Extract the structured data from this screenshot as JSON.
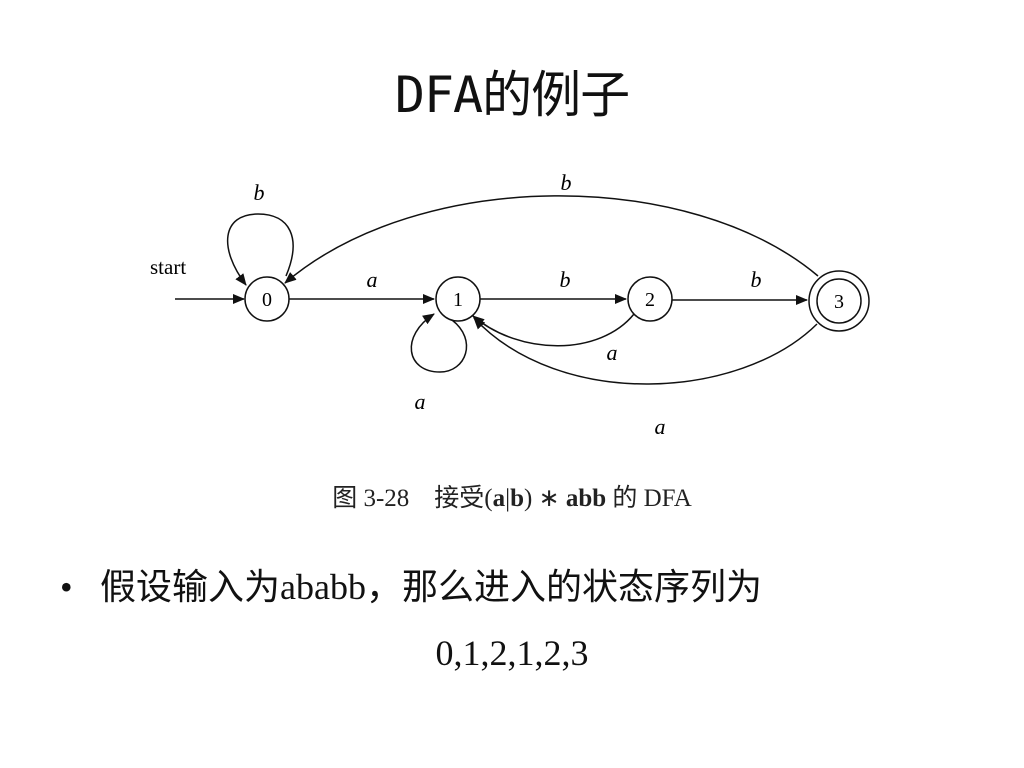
{
  "slide": {
    "title": "DFA的例子"
  },
  "diagram": {
    "start_label": "start",
    "states": [
      {
        "id": "0",
        "accepting": false
      },
      {
        "id": "1",
        "accepting": false
      },
      {
        "id": "2",
        "accepting": false
      },
      {
        "id": "3",
        "accepting": true
      }
    ],
    "transitions": [
      {
        "from": "0",
        "to": "0",
        "label": "b"
      },
      {
        "from": "0",
        "to": "1",
        "label": "a"
      },
      {
        "from": "1",
        "to": "1",
        "label": "a"
      },
      {
        "from": "1",
        "to": "2",
        "label": "b"
      },
      {
        "from": "2",
        "to": "1",
        "label": "a"
      },
      {
        "from": "2",
        "to": "3",
        "label": "b"
      },
      {
        "from": "3",
        "to": "1",
        "label": "a"
      },
      {
        "from": "3",
        "to": "0",
        "label": "b"
      }
    ]
  },
  "caption": {
    "figure": "图 3-28",
    "accept": "接受(",
    "regex_a": "a",
    "regex_bar": "|",
    "regex_b": "b",
    "regex_close": ")",
    "star": "∗",
    "regex_abb": "abb",
    "suffix": "的 DFA"
  },
  "body": {
    "bullet_char": "•",
    "bullet_text": "假设输入为ababb，那么进入的状态序列为",
    "sequence": "0,1,2,1,2,3"
  }
}
